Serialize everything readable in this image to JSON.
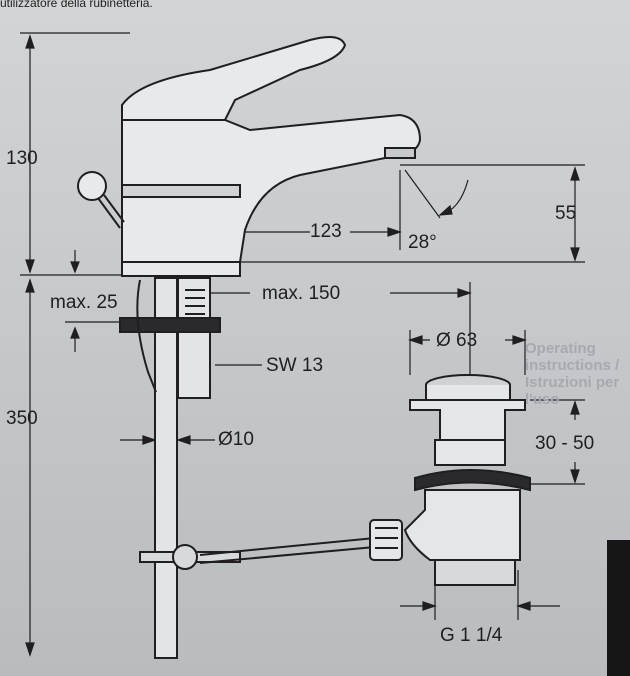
{
  "caption": "utilizzatore della rubinetteria.",
  "section_heading": "Operating instructions / Istruzioni per l'uso",
  "dimensions": {
    "height_upper": "130",
    "height_lower": "350",
    "max_25": "max. 25",
    "max_150": "max. 150",
    "d_123": "123",
    "angle": "28°",
    "d_55": "55",
    "sw13": "SW 13",
    "dia10": "Ø10",
    "dia63": "Ø 63",
    "range_30_50": "30 - 50",
    "thread": "G 1 1/4"
  },
  "colors": {
    "paper": "#c6c8cb",
    "ink": "#1f1f22",
    "ghost": "#9ea2a8"
  }
}
